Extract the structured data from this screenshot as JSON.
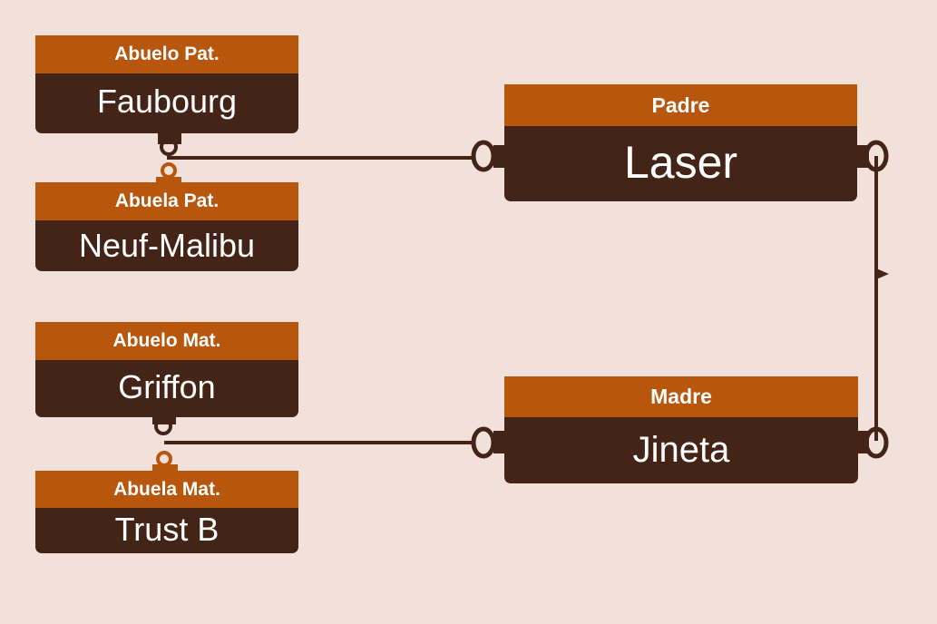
{
  "diagram": {
    "colors": {
      "background": "#f2e0da",
      "header": "#b9560d",
      "body": "#432416",
      "text": "#ffffff",
      "connector": "#432416"
    },
    "nodes": {
      "abuelo_pat": {
        "role": "Abuelo Pat.",
        "name": "Faubourg"
      },
      "abuela_pat": {
        "role": "Abuela Pat.",
        "name": "Neuf-Malibu"
      },
      "abuelo_mat": {
        "role": "Abuelo Mat.",
        "name": "Griffon"
      },
      "abuela_mat": {
        "role": "Abuela Mat.",
        "name": "Trust B"
      },
      "padre": {
        "role": "Padre",
        "name": "Laser"
      },
      "madre": {
        "role": "Madre",
        "name": "Jineta"
      }
    },
    "edges": [
      {
        "from": "abuelo_pat",
        "to": "abuela_pat"
      },
      {
        "from": "abuelo_pat",
        "to": "padre"
      },
      {
        "from": "abuelo_mat",
        "to": "abuela_mat"
      },
      {
        "from": "abuelo_mat",
        "to": "madre"
      },
      {
        "from": "padre",
        "to": "madre"
      }
    ]
  }
}
